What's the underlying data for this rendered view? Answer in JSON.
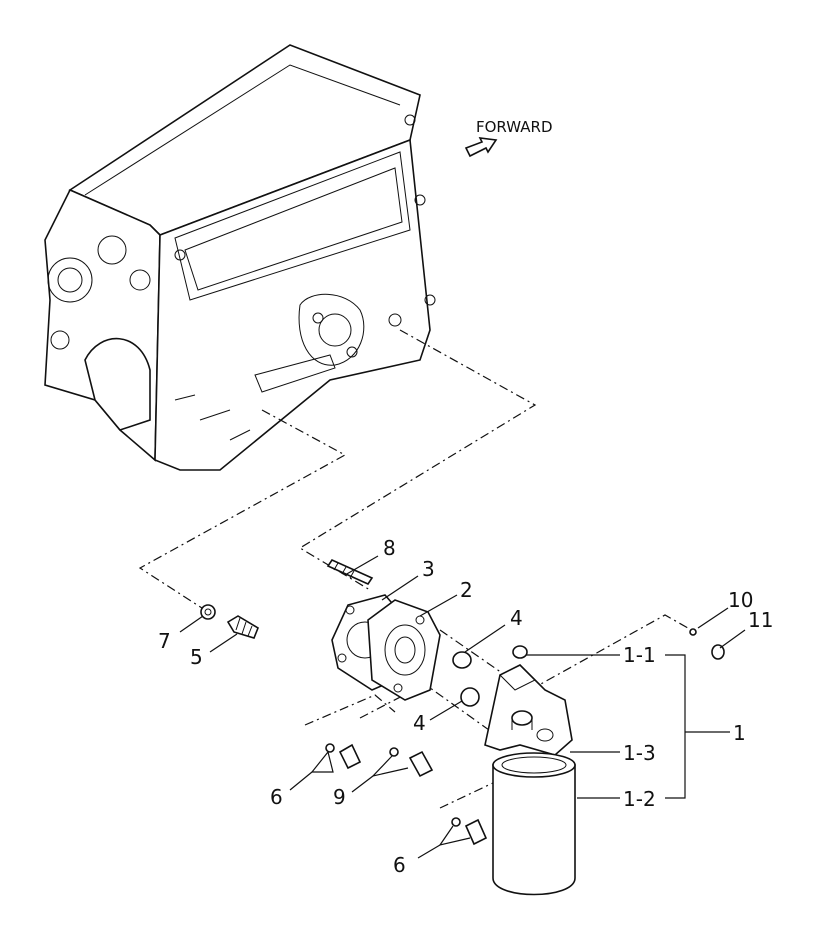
{
  "diagram": {
    "forward_label": "FORWARD",
    "labels": [
      {
        "id": "lbl-8",
        "text": "8"
      },
      {
        "id": "lbl-3",
        "text": "3"
      },
      {
        "id": "lbl-2",
        "text": "2"
      },
      {
        "id": "lbl-4a",
        "text": "4"
      },
      {
        "id": "lbl-4b",
        "text": "4"
      },
      {
        "id": "lbl-7",
        "text": "7"
      },
      {
        "id": "lbl-5",
        "text": "5"
      },
      {
        "id": "lbl-6a",
        "text": "6"
      },
      {
        "id": "lbl-9",
        "text": "9"
      },
      {
        "id": "lbl-6b",
        "text": "6"
      },
      {
        "id": "lbl-10",
        "text": "10"
      },
      {
        "id": "lbl-11",
        "text": "11"
      },
      {
        "id": "lbl-1-1",
        "text": "1-1"
      },
      {
        "id": "lbl-1-3",
        "text": "1-3"
      },
      {
        "id": "lbl-1-2",
        "text": "1-2"
      },
      {
        "id": "lbl-1",
        "text": "1"
      }
    ]
  }
}
